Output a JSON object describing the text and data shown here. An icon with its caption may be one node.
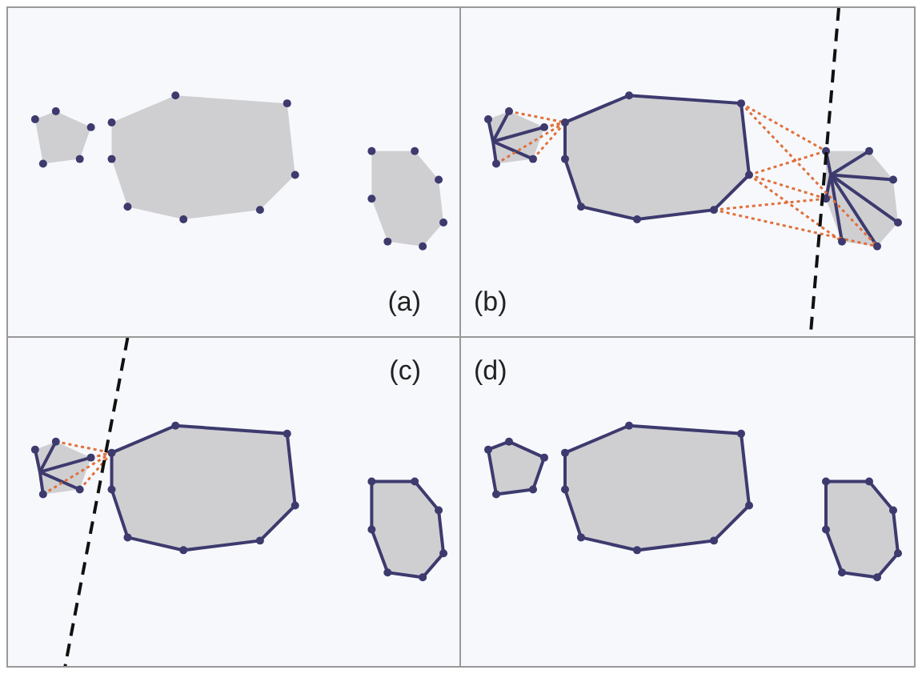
{
  "diagram": {
    "nodes": [
      {
        "text": [
          "(a)"
        ]
      },
      {
        "text": [
          "(b)"
        ]
      },
      {
        "text": [
          "(c)"
        ]
      },
      {
        "text": [
          "(d)"
        ]
      }
    ]
  }
}
